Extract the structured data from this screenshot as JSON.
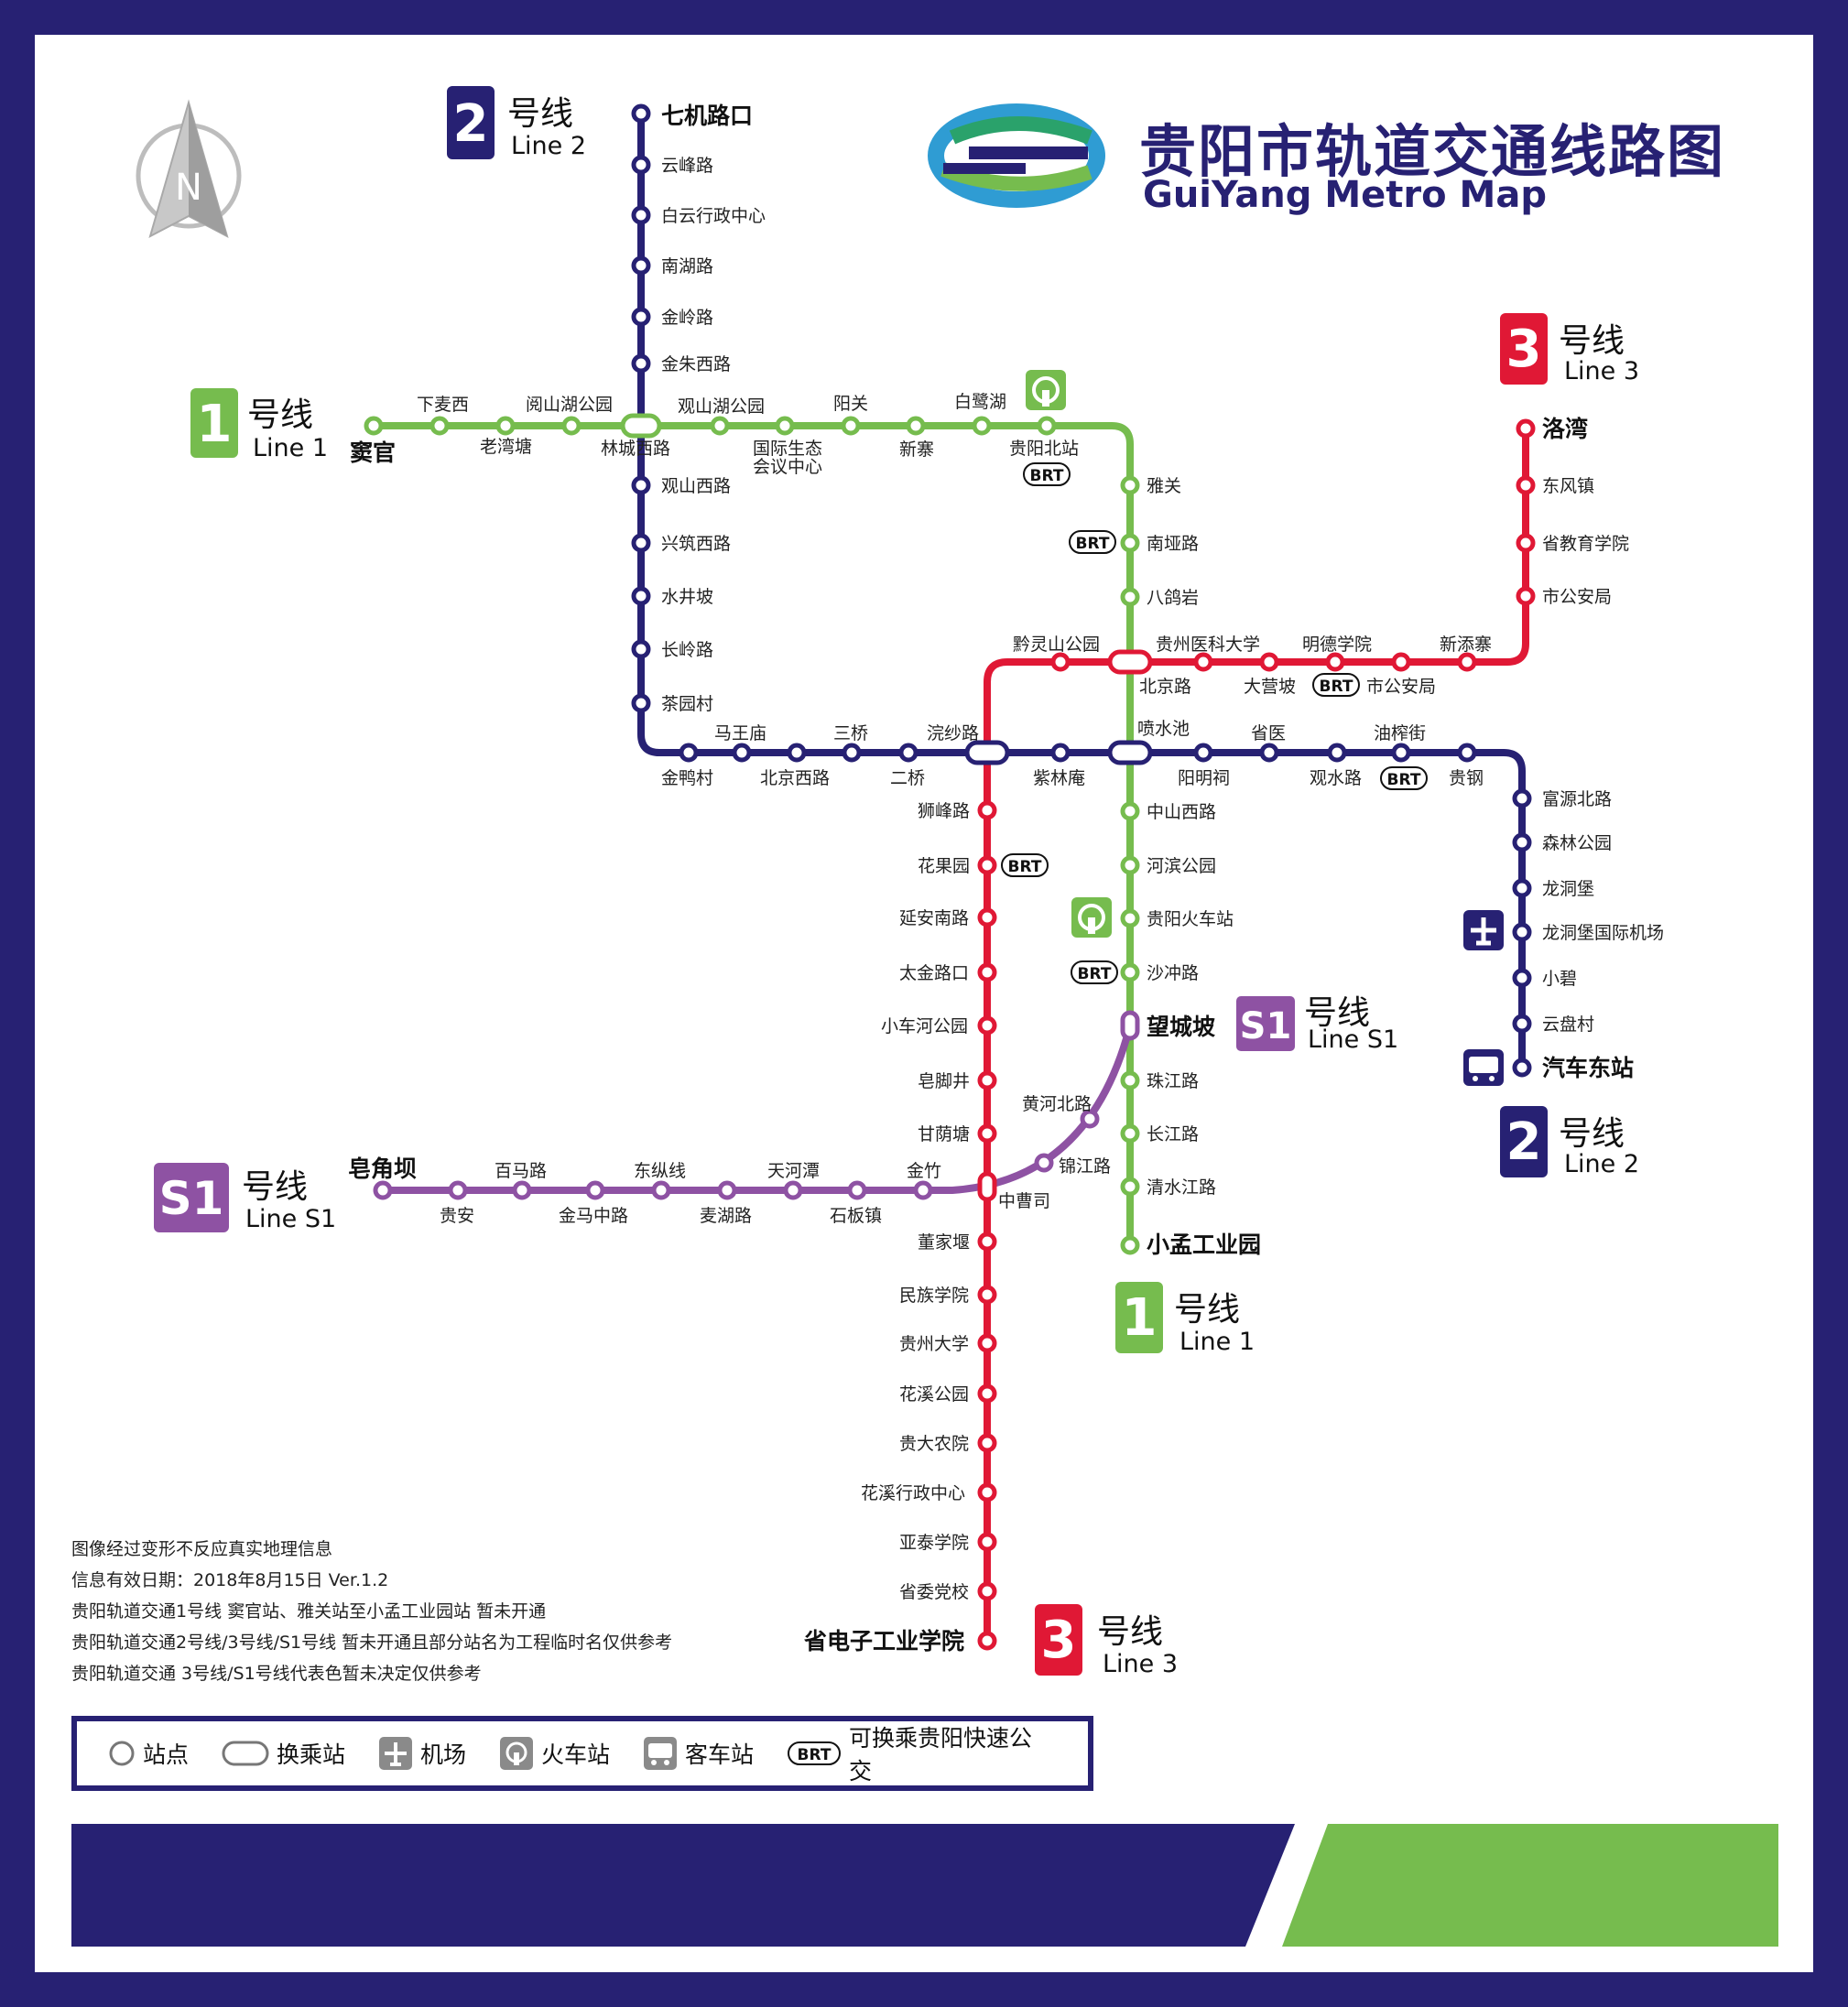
{
  "title": {
    "cn": "贵阳市轨道交通线路图",
    "en": "GuiYang Metro Map"
  },
  "compass": {
    "letter": "N"
  },
  "colors": {
    "line1": "#76BC4E",
    "line2": "#272173",
    "line3": "#E01835",
    "lineS1": "#8E52A3",
    "frame": "#272173"
  },
  "lines": {
    "line1": {
      "num": "1",
      "cn": "号线",
      "en": "Line 1"
    },
    "line2": {
      "num": "2",
      "cn": "号线",
      "en": "Line 2"
    },
    "line3": {
      "num": "3",
      "cn": "号线",
      "en": "Line 3"
    },
    "lineS1": {
      "num": "S1",
      "cn": "号线",
      "en": "Line S1",
      "en_small": "Line S1"
    }
  },
  "stations": {
    "l1": [
      "窦官",
      "下麦西",
      "老湾塘",
      "阅山湖公园",
      "观山湖公园",
      "国际生态",
      "会议中心",
      "阳关",
      "新寨",
      "白鹭湖",
      "贵阳北站",
      "雅关",
      "南垭路",
      "八鸽岩",
      "喷水池",
      "中山西路",
      "河滨公园",
      "贵阳火车站",
      "沙冲路",
      "望城坡",
      "珠江路",
      "长江路",
      "清水江路",
      "小孟工业园"
    ],
    "l2": [
      "七机路口",
      "云峰路",
      "白云行政中心",
      "南湖路",
      "金岭路",
      "金朱西路",
      "林城西路",
      "观山西路",
      "兴筑西路",
      "水井坡",
      "长岭路",
      "茶园村",
      "金鸭村",
      "马王庙",
      "北京西路",
      "三桥",
      "二桥",
      "浣纱路",
      "紫林庵",
      "阳明祠",
      "省医",
      "观水路",
      "油榨街",
      "贵钢",
      "富源北路",
      "森林公园",
      "龙洞堡",
      "龙洞堡国际机场",
      "小碧",
      "云盘村",
      "汽车东站"
    ],
    "l3": [
      "洛湾",
      "东风镇",
      "省教育学院",
      "市公安局",
      "新添寨",
      "明德学院",
      "大营坡",
      "市公安局",
      "贵州医科大学",
      "北京路",
      "黔灵山公园",
      "狮峰路",
      "花果园",
      "延安南路",
      "太金路口",
      "小车河公园",
      "皂脚井",
      "甘荫塘",
      "中曹司",
      "董家堰",
      "民族学院",
      "贵州大学",
      "花溪公园",
      "贵大农院",
      "花溪行政中心",
      "亚泰学院",
      "省委党校",
      "省电子工业学院"
    ],
    "ls1": [
      "皂角坝",
      "贵安",
      "百马路",
      "金马中路",
      "东纵线",
      "麦湖路",
      "天河潭",
      "石板镇",
      "金竹",
      "锦江路",
      "黄河北路"
    ]
  },
  "brt": "BRT",
  "notes": [
    "图像经过变形不反应真实地理信息",
    "信息有效日期：2018年8月15日 Ver.1.2",
    "贵阳轨道交通1号线 窦官站、雅关站至小孟工业园站 暂未开通",
    "贵阳轨道交通2号线/3号线/S1号线 暂未开通且部分站名为工程临时名仅供参考",
    "贵阳轨道交通 3号线/S1号线代表色暂未决定仅供参考"
  ],
  "legend": {
    "station": "站点",
    "transfer": "换乘站",
    "airport": "机场",
    "train": "火车站",
    "bus": "客车站",
    "brt": "BRT",
    "brt_desc": "可换乘贵阳快速公交"
  },
  "icons": [
    "compass-icon",
    "airport-icon",
    "train-station-icon",
    "bus-station-icon",
    "metro-logo-icon"
  ]
}
